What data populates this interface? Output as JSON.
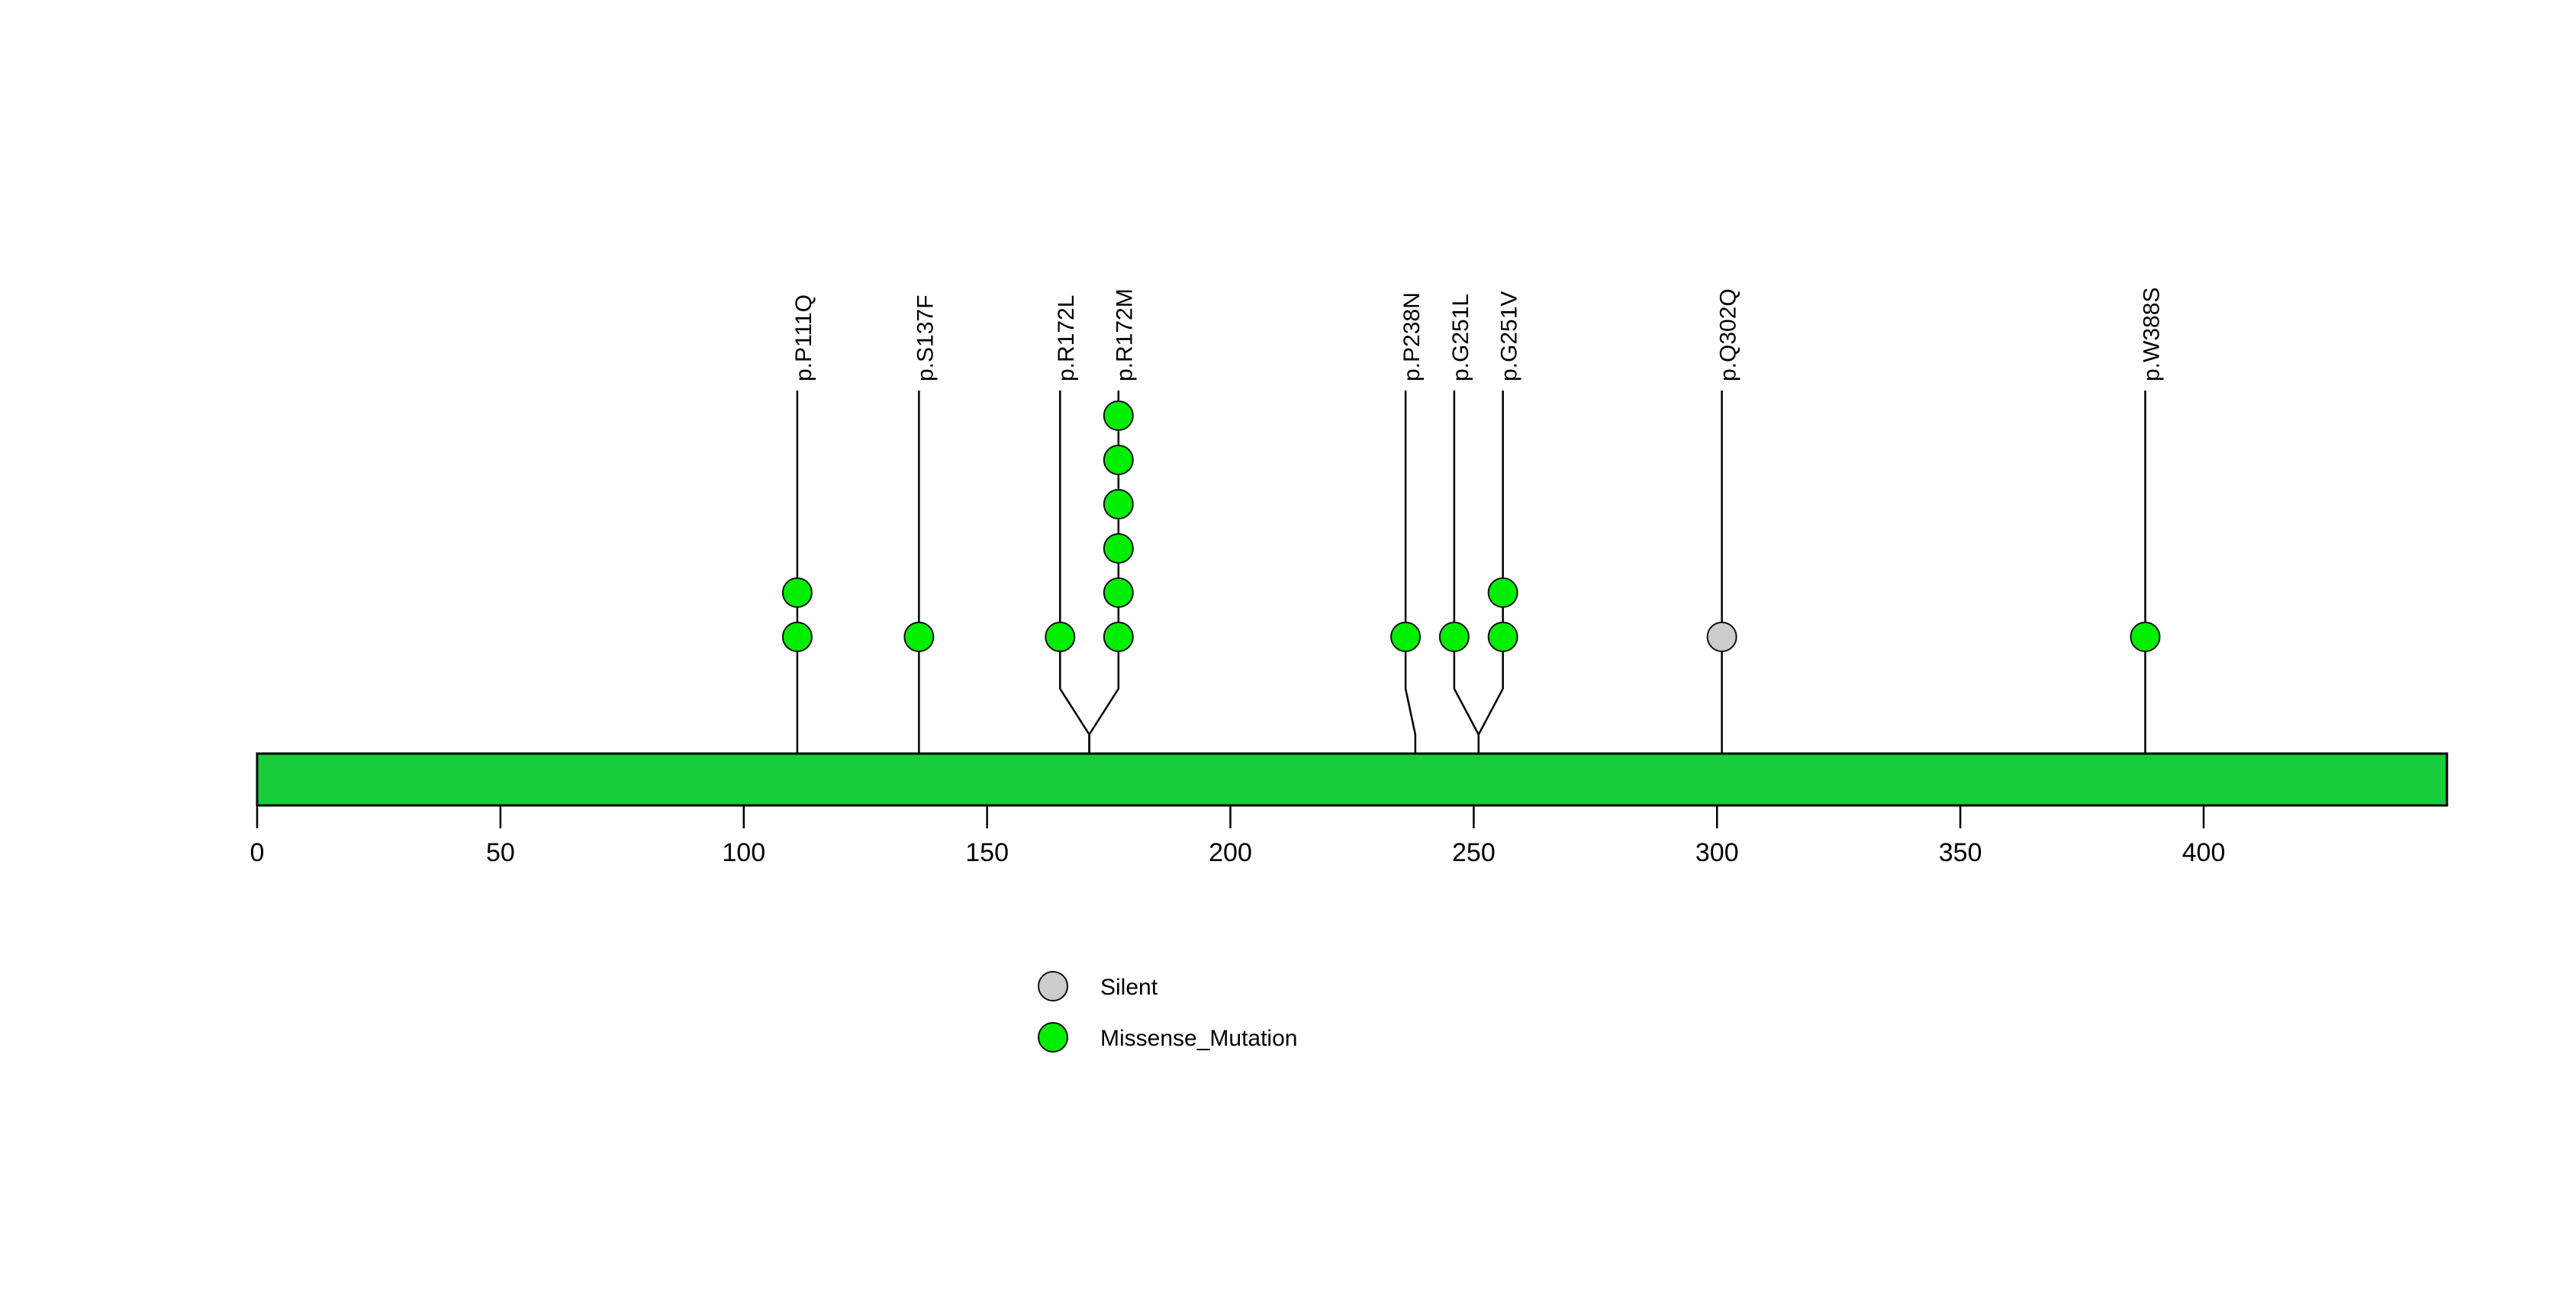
{
  "chart_data": {
    "type": "lollipop",
    "title": "",
    "subtitle": "",
    "xlabel": "",
    "ylabel": "",
    "xlim": [
      0,
      450
    ],
    "grid": false,
    "protein": {
      "domain_label": "",
      "start": 0,
      "end": 450,
      "color": "#19CC3C",
      "border_color": "#000000"
    },
    "axis": {
      "ticks": [
        0,
        50,
        100,
        150,
        200,
        250,
        300,
        350,
        400
      ],
      "tick_labels": [
        "0",
        "50",
        "100",
        "150",
        "200",
        "250",
        "300",
        "350",
        "400"
      ]
    },
    "mutations": [
      {
        "label": "p.P111Q",
        "position": 111,
        "count": 2,
        "type": "Missense_Mutation",
        "color": "#00EE00"
      },
      {
        "label": "p.S137F",
        "position": 136,
        "count": 1,
        "type": "Missense_Mutation",
        "color": "#00EE00"
      },
      {
        "label": "p.R172L",
        "position": 165,
        "count": 1,
        "type": "Missense_Mutation",
        "color": "#00EE00",
        "anchor": 171
      },
      {
        "label": "p.R172M",
        "position": 177,
        "count": 6,
        "type": "Missense_Mutation",
        "color": "#00EE00",
        "anchor": 171
      },
      {
        "label": "p.P238N",
        "position": 236,
        "count": 1,
        "type": "Missense_Mutation",
        "color": "#00EE00",
        "anchor": 238
      },
      {
        "label": "p.G251L",
        "position": 246,
        "count": 1,
        "type": "Missense_Mutation",
        "color": "#00EE00",
        "anchor": 251
      },
      {
        "label": "p.G251V",
        "position": 256,
        "count": 2,
        "type": "Missense_Mutation",
        "color": "#00EE00",
        "anchor": 251
      },
      {
        "label": "p.Q302Q",
        "position": 301,
        "count": 1,
        "type": "Silent",
        "color": "#CCCCCC"
      },
      {
        "label": "p.W388S",
        "position": 388,
        "count": 1,
        "type": "Missense_Mutation",
        "color": "#00EE00"
      }
    ],
    "legend": {
      "position": "bottom-center",
      "entries": [
        {
          "label": "Silent",
          "color": "#CCCCCC"
        },
        {
          "label": "Missense_Mutation",
          "color": "#00EE00"
        }
      ]
    },
    "colors": {
      "silent": "#CCCCCC",
      "missense": "#00EE00",
      "protein_bar": "#19CC3C",
      "stem": "#000000",
      "text": "#000000",
      "background": "#FFFFFF"
    }
  }
}
